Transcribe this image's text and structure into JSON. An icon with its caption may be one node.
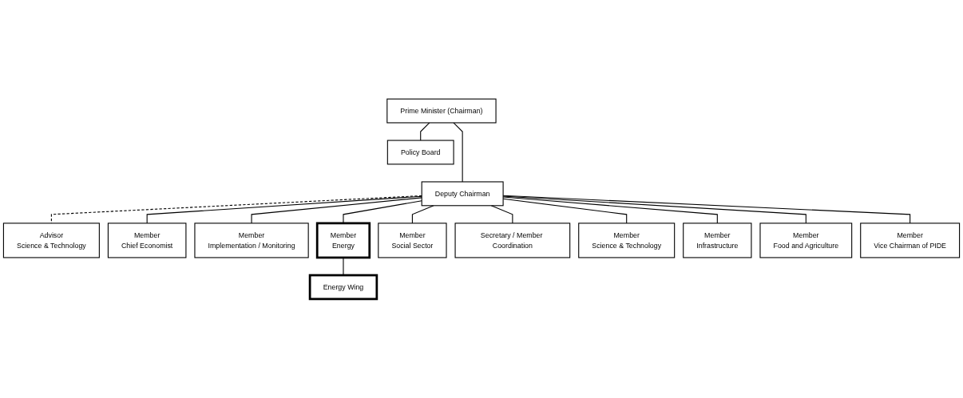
{
  "diagram": {
    "nodes": [
      {
        "text": [
          "Prime Minister (Chairman)"
        ]
      },
      {
        "text": [
          "Policy Board"
        ]
      },
      {
        "text": [
          "Deputy Chairman"
        ]
      },
      {
        "text": [
          "Advisor",
          "Science & Technology"
        ]
      },
      {
        "text": [
          "Member",
          "Chief Economist"
        ]
      },
      {
        "text": [
          "Member",
          "Implementation / Monitoring"
        ]
      },
      {
        "text": [
          "Member",
          "Energy"
        ]
      },
      {
        "text": [
          "Member",
          "Social Sector"
        ]
      },
      {
        "text": [
          "Secretary / Member Coordination"
        ]
      },
      {
        "text": [
          "Member",
          "Science & Technology"
        ]
      },
      {
        "text": [
          "Member",
          "Infrastructure"
        ]
      },
      {
        "text": [
          "Member",
          "Food and Agriculture"
        ]
      },
      {
        "text": [
          "Member",
          "Vice Chairman of PIDE"
        ]
      },
      {
        "text": [
          "Energy Wing"
        ]
      }
    ],
    "edges": [
      {
        "from": 0,
        "to": 1,
        "arrow": "none"
      },
      {
        "from": 0,
        "to": 2,
        "arrow": "none"
      },
      {
        "from": 2,
        "to": 3,
        "arrow": "none",
        "style": "dashed"
      },
      {
        "from": 2,
        "to": 4,
        "arrow": "none"
      },
      {
        "from": 2,
        "to": 5,
        "arrow": "none"
      },
      {
        "from": 2,
        "to": 6,
        "arrow": "none"
      },
      {
        "from": 2,
        "to": 7,
        "arrow": "none"
      },
      {
        "from": 2,
        "to": 8,
        "arrow": "none"
      },
      {
        "from": 2,
        "to": 9,
        "arrow": "none"
      },
      {
        "from": 2,
        "to": 10,
        "arrow": "none"
      },
      {
        "from": 2,
        "to": 11,
        "arrow": "none"
      },
      {
        "from": 2,
        "to": 12,
        "arrow": "none"
      },
      {
        "from": 6,
        "to": 13,
        "arrow": "none"
      }
    ]
  }
}
